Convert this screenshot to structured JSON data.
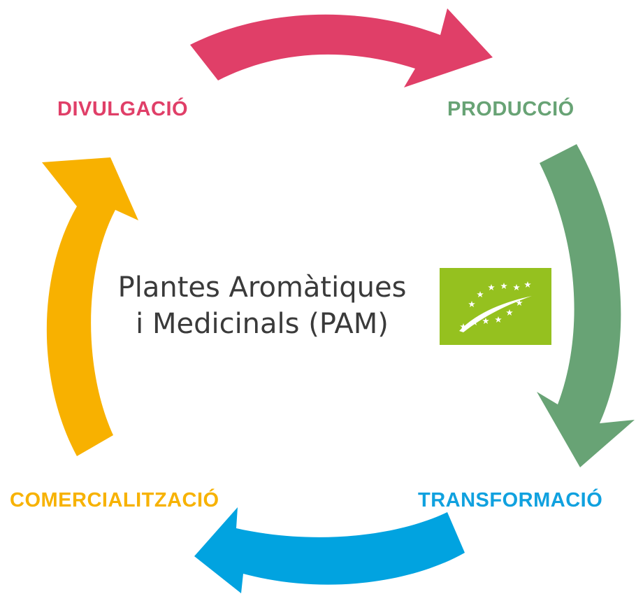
{
  "cycle": {
    "stages": [
      {
        "id": "divulgacio",
        "label": "DIVULGACIÓ",
        "color": "#e03f68"
      },
      {
        "id": "produccio",
        "label": "PRODUCCIÓ",
        "color": "#68a375"
      },
      {
        "id": "transformacio",
        "label": "TRANSFORMACIÓ",
        "color": "#10a1df"
      },
      {
        "id": "comercialitzacio",
        "label": "COMERCIALITZACIÓ",
        "color": "#f7b200"
      }
    ],
    "arrow_colors": {
      "top": "#e03f68",
      "right": "#68a375",
      "bottom": "#01a3e0",
      "left": "#f8b100"
    }
  },
  "center": {
    "line1": "Plantes Aromàtiques",
    "line2": "i Medicinals (PAM)"
  },
  "logo": {
    "icon": "eu-organic-leaf-icon",
    "background": "#95c11f",
    "star_color": "#ffffff"
  }
}
